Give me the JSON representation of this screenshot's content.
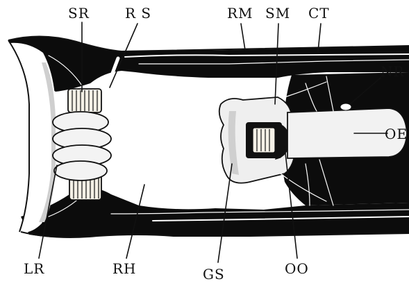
{
  "labels": {
    "SR": "SR",
    "RS": "R S",
    "RM": "RM",
    "SM": "SM",
    "CT": "CT",
    "NR": "NR",
    "OE": "OE",
    "LR": "LR",
    "RH": "RH",
    "GS": "GS",
    "OO": "OO"
  }
}
